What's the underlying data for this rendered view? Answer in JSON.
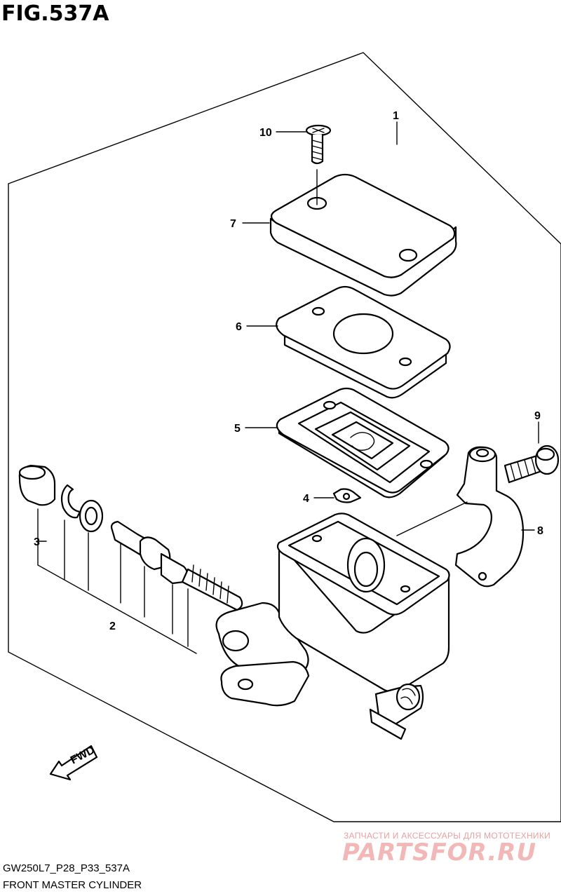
{
  "figure": {
    "title": "FIG.537A",
    "model_code": "GW250L7_P28_P33_537A",
    "name": "FRONT MASTER CYLINDER"
  },
  "callouts": {
    "c1": "1",
    "c2": "2",
    "c3": "3",
    "c4": "4",
    "c5": "5",
    "c6": "6",
    "c7": "7",
    "c8": "8",
    "c9": "9",
    "c10": "10"
  },
  "fwd_label": "FWD",
  "watermark": {
    "tagline": "ЗАПЧАСТИ И АКСЕССУАРЫ ДЛЯ МОТОТЕХНИКИ",
    "logo": "PARTSFOR.RU",
    "color": "#f2b8b8"
  }
}
